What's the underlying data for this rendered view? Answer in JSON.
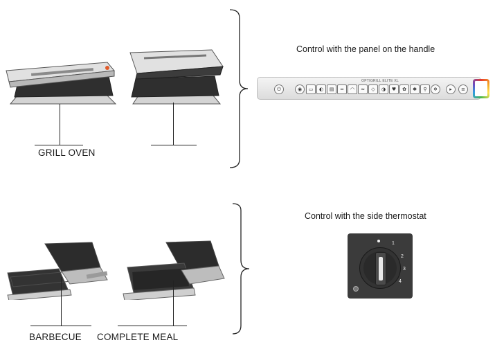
{
  "left": {
    "grill_oven_label": "GRILL OVEN",
    "barbecue_label": "BARBECUE",
    "complete_meal_label": "COMPLETE MEAL"
  },
  "right": {
    "panel_heading": "Control with the panel on the handle",
    "panel_brand": "OPTIGRILL ELITE XL",
    "thermostat_heading": "Control with the side thermostat",
    "thermostat_marks": [
      "1",
      "2",
      "3",
      "4"
    ]
  },
  "colors": {
    "appliance_steel": "#c9c9c9",
    "appliance_dark": "#2c2c2c",
    "thermostat_body": "#3b3b3b",
    "panel_face": "#e6e6e6"
  }
}
